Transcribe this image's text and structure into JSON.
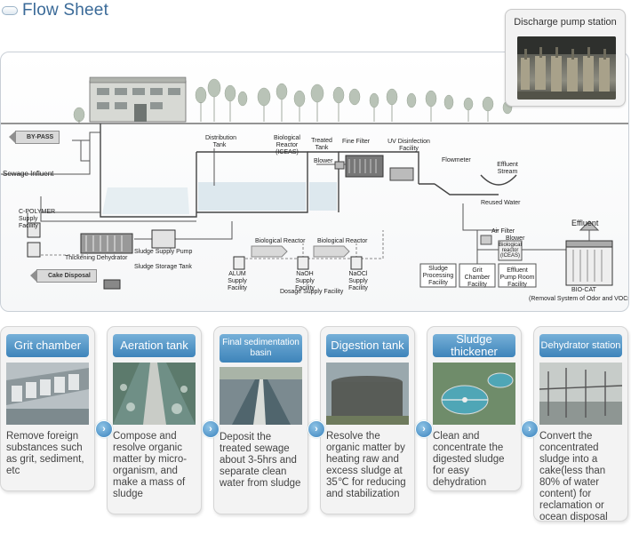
{
  "header": {
    "title": "Flow Sheet",
    "icon": "rounded-bar-icon"
  },
  "discharge": {
    "title": "Discharge pump station"
  },
  "diagram": {
    "bypass": "BY-PASS",
    "sewage_influent": "Sewage Influent",
    "cake_disposal": "Cake Disposal",
    "distribution_tank": "Distribution Tank",
    "bio_reactor": "Biological Reactor (ICEAS)",
    "treated_tank": "Treated Tank",
    "blower1": "Blower",
    "fine_filter": "Fine Filter",
    "uv": "UV Disinfection Facility",
    "flowmeter": "Flowmeter",
    "effluent_stream": "Effluent Stream",
    "reused_water": "Reused Water",
    "air_filter": "Air Filter",
    "blower2": "Blower",
    "effluent": "Effluent",
    "cpolymer": "C-POLYMER Supply Facility",
    "thick_dehyd": "Thickening Dehydrator",
    "sludge_supply_pump": "Sludge Supply Pump",
    "sludge_storage": "Sludge Storage Tank",
    "bio_reactor_arrow1": "Biological Reactor",
    "bio_reactor_arrow2": "Biological Reactor",
    "alum": "ALUM Supply Facility",
    "naoh": "NaOH Supply Facility",
    "naocl": "NaOCl Supply Facility",
    "dosage": "Dosage Supply Facility",
    "sludge_processing": "Sludge Processing Facility",
    "grit_chamber_facility": "Grit Chamber Facility",
    "effluent_pump_room": "Effluent Pump Room Facility",
    "biological_reactor_iceas": "Biological reactor (ICEAS)",
    "biocat": "BIO-CAT",
    "removal": "(Removal System of Odor and VOCs)"
  },
  "steps": [
    {
      "title": "Grit chamber",
      "text": "Remove foreign substances such as grit, sediment, etc"
    },
    {
      "title": "Aeration tank",
      "text": "Compose and resolve organic matter by micro-organism, and make a mass of sludge"
    },
    {
      "title": "Final sedimentation basin",
      "text": "Deposit the treated sewage about 3-5hrs and separate clean water from sludge"
    },
    {
      "title": "Digestion tank",
      "text": "Resolve the organic matter by heating raw and excess sludge at 35℃ for reducing and stabilization"
    },
    {
      "title": "Sludge thickener",
      "text": "Clean and concentrate the digested sludge for easy dehydration"
    },
    {
      "title": "Dehydrator station",
      "text": "Convert the concentrated sludge into a cake(less than 80% of water content) for reclamation or ocean disposal"
    }
  ],
  "next_icon": "chevron-right-icon",
  "colors": {
    "accent": "#3e84ba",
    "title_text": "#3a6a98"
  }
}
